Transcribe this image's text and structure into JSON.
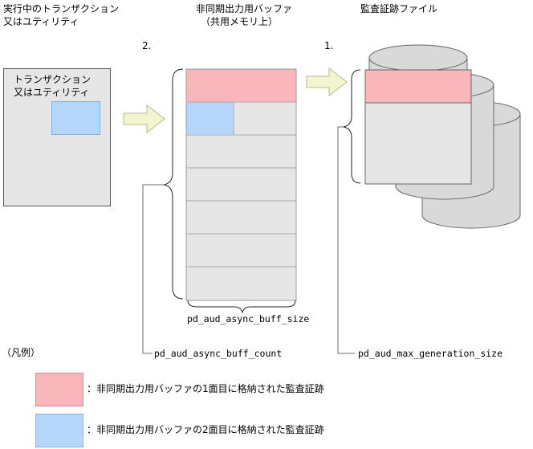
{
  "labels": {
    "transaction_header_l1": "実行中のトランザクション",
    "transaction_header_l2": "又はユティリティ",
    "buffer_header_l1": "非同期出力用バッファ",
    "buffer_header_l2": "（共用メモリ上）",
    "audit_file_header": "監査証跡ファイル",
    "step2": "2.",
    "step1": "1.",
    "transaction_box_l1": "トランザクション",
    "transaction_box_l2": "又はユティリティ",
    "buff_size_param": "pd_aud_async_buff_size",
    "buff_count_param": "pd_aud_async_buff_count",
    "max_gen_param": "pd_aud_max_generation_size"
  },
  "legend": {
    "title": "（凡例）",
    "items": [
      {
        "text": "：非同期出力用バッファの1面目に格納された監査証跡",
        "color": "#f9b6bb"
      },
      {
        "text": "：非同期出力用バッファの2面目に格納された監査証跡",
        "color": "#b5d6fb"
      }
    ]
  },
  "colors": {
    "panel_gray": "#e6e6e6",
    "cylinder_gray": "#d9d9d9",
    "arrow_fill": "#f3f5cf",
    "line": "#6e6e6e"
  }
}
